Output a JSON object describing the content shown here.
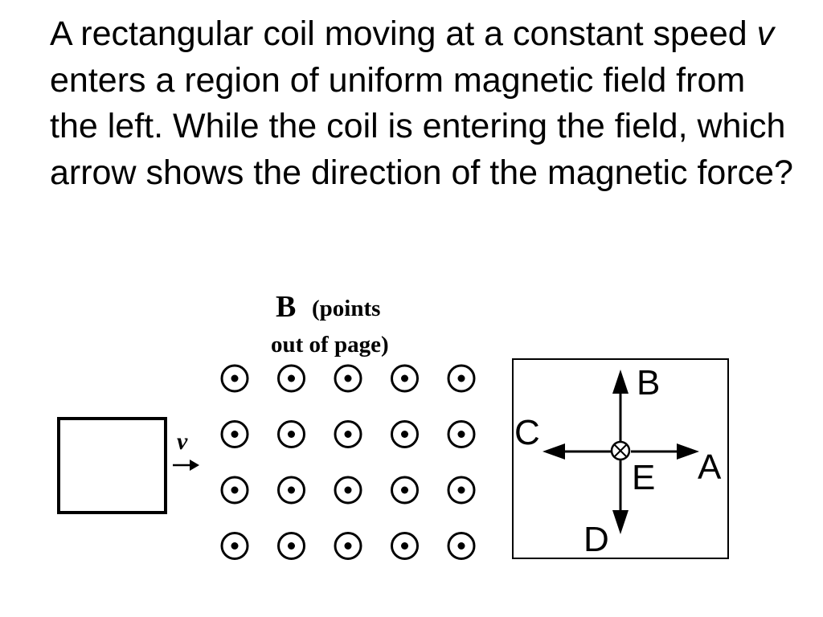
{
  "question": {
    "part1": "A rectangular coil moving at a constant speed ",
    "var": "v",
    "part2": " enters a region of uniform magnetic field from the left. While the coil is entering the field, which arrow shows the direction of the magnetic force?"
  },
  "field_label": {
    "symbol": "B",
    "line1": "(points",
    "line2": "out of page)"
  },
  "velocity_label": "v",
  "field_grid": {
    "rows": 4,
    "cols": 5,
    "symbol": "dot-in-circle (out of page)"
  },
  "answer_box": {
    "center_symbol": "cross-in-circle",
    "choices": {
      "up": "B",
      "left": "C",
      "right": "A",
      "down": "D",
      "center": "E"
    }
  }
}
